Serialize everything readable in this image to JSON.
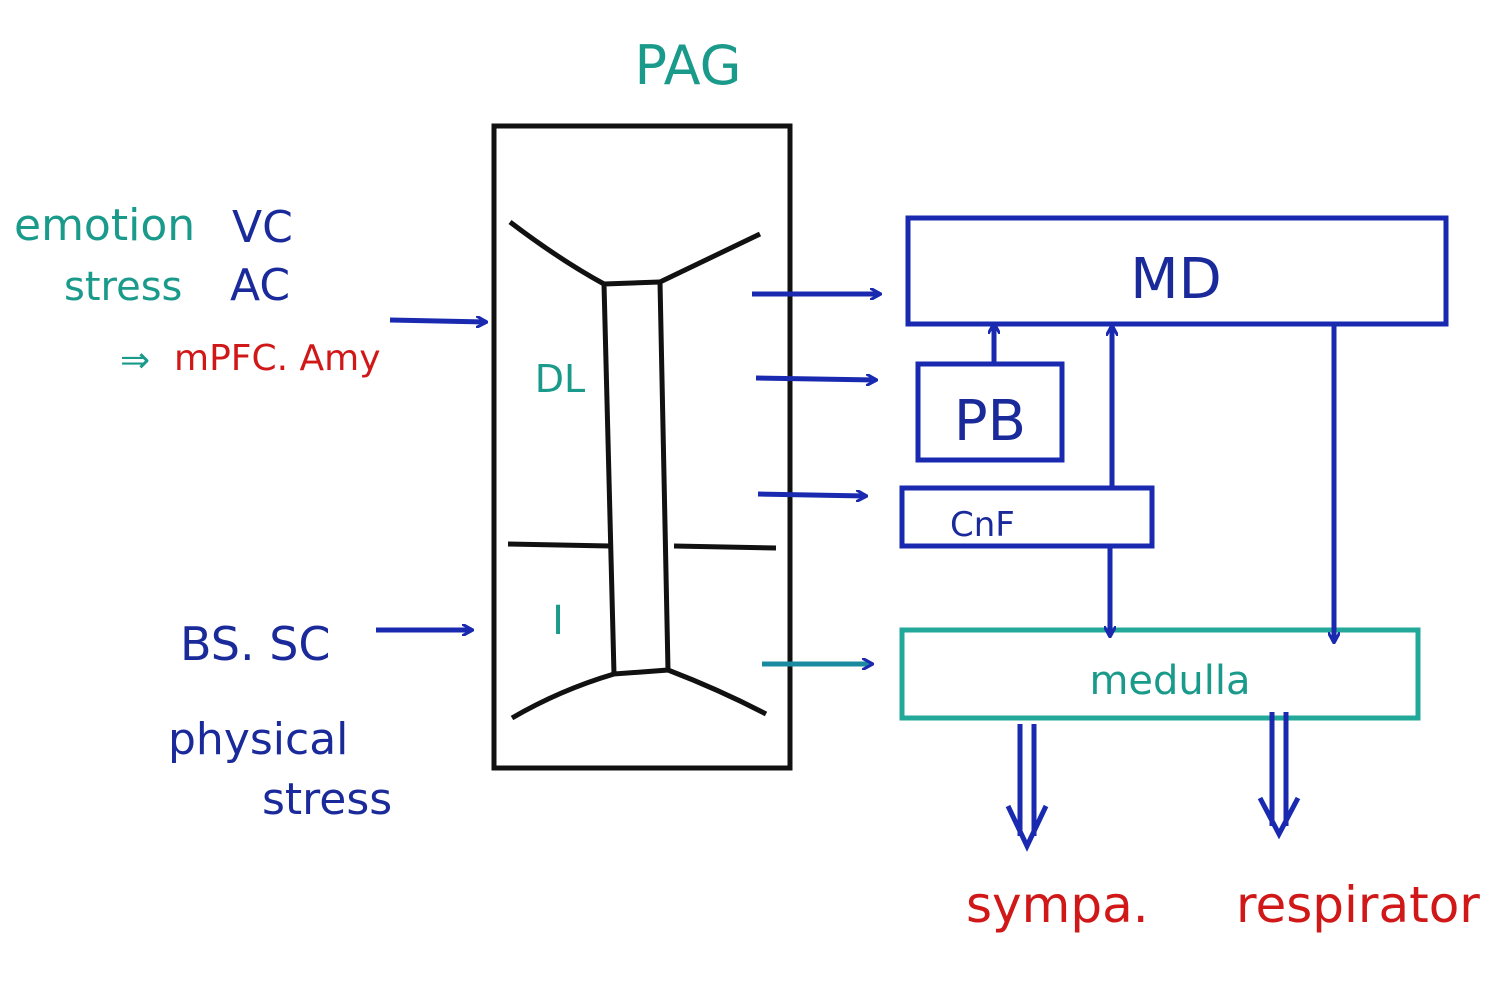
{
  "colors": {
    "black": "#111111",
    "blue": "#1a2ab0",
    "dark_blue_text": "#1a2a9a",
    "teal": "#1a9a8a",
    "red": "#d01818"
  },
  "title": "PAG",
  "pag": {
    "regions": [
      "DL",
      "I"
    ]
  },
  "inputs": {
    "emotion": [
      "emotion",
      "stress"
    ],
    "cortex": [
      "VC",
      "AC"
    ],
    "upstream_arrow_label": "⇒",
    "upstream": "mPFC. Amy",
    "brainstem": "BS. SC",
    "physical": [
      "physical",
      "stress"
    ]
  },
  "targets": {
    "md": "MD",
    "pb": "PB",
    "cnf": "CnF",
    "medulla": "medulla"
  },
  "outputs": {
    "sympathetic": "sympa.",
    "respiratory": "respirator"
  },
  "edges": [
    {
      "from": "inputs.emotion",
      "to": "PAG.DL"
    },
    {
      "from": "inputs.brainstem",
      "to": "PAG.I"
    },
    {
      "from": "PAG",
      "to": "MD"
    },
    {
      "from": "PAG",
      "to": "PB"
    },
    {
      "from": "PAG",
      "to": "CnF"
    },
    {
      "from": "PAG",
      "to": "medulla"
    },
    {
      "from": "PB",
      "to": "MD"
    },
    {
      "from": "CnF",
      "to": "MD"
    },
    {
      "from": "CnF",
      "to": "medulla"
    },
    {
      "from": "MD",
      "to": "medulla"
    },
    {
      "from": "medulla",
      "to": "sympa."
    },
    {
      "from": "medulla",
      "to": "respirator"
    }
  ]
}
